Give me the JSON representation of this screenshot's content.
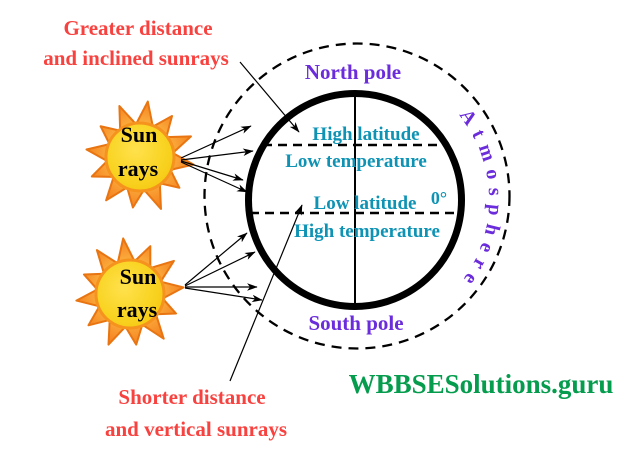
{
  "captions": {
    "top_line1": "Greater distance",
    "top_line2": "and inclined sunrays",
    "bottom_line1": "Shorter distance",
    "bottom_line2": "and vertical sunrays"
  },
  "earth": {
    "north_pole": "North pole",
    "south_pole": "South pole",
    "high_latitude": "High latitude",
    "low_temperature": "Low temperature",
    "low_latitude": "Low latitude",
    "high_temperature": "High temperature",
    "equator_degree": "0°",
    "atmosphere": "Atmosphere"
  },
  "sun": {
    "line1": "Sun",
    "line2": "rays"
  },
  "watermark": "WBBSESolutions.guru",
  "colors": {
    "caption_red": "#F8423F",
    "label_teal": "#0E93B4",
    "pole_purple": "#6B2CDB",
    "watermark_green": "#069C4E",
    "diagram_black": "#000000",
    "sun_spikes_orange": "#F58220",
    "sun_spikes_edge": "#E87511",
    "sun_core_yellow": "#F9D423",
    "sun_core_highlight": "#FFE14D"
  }
}
